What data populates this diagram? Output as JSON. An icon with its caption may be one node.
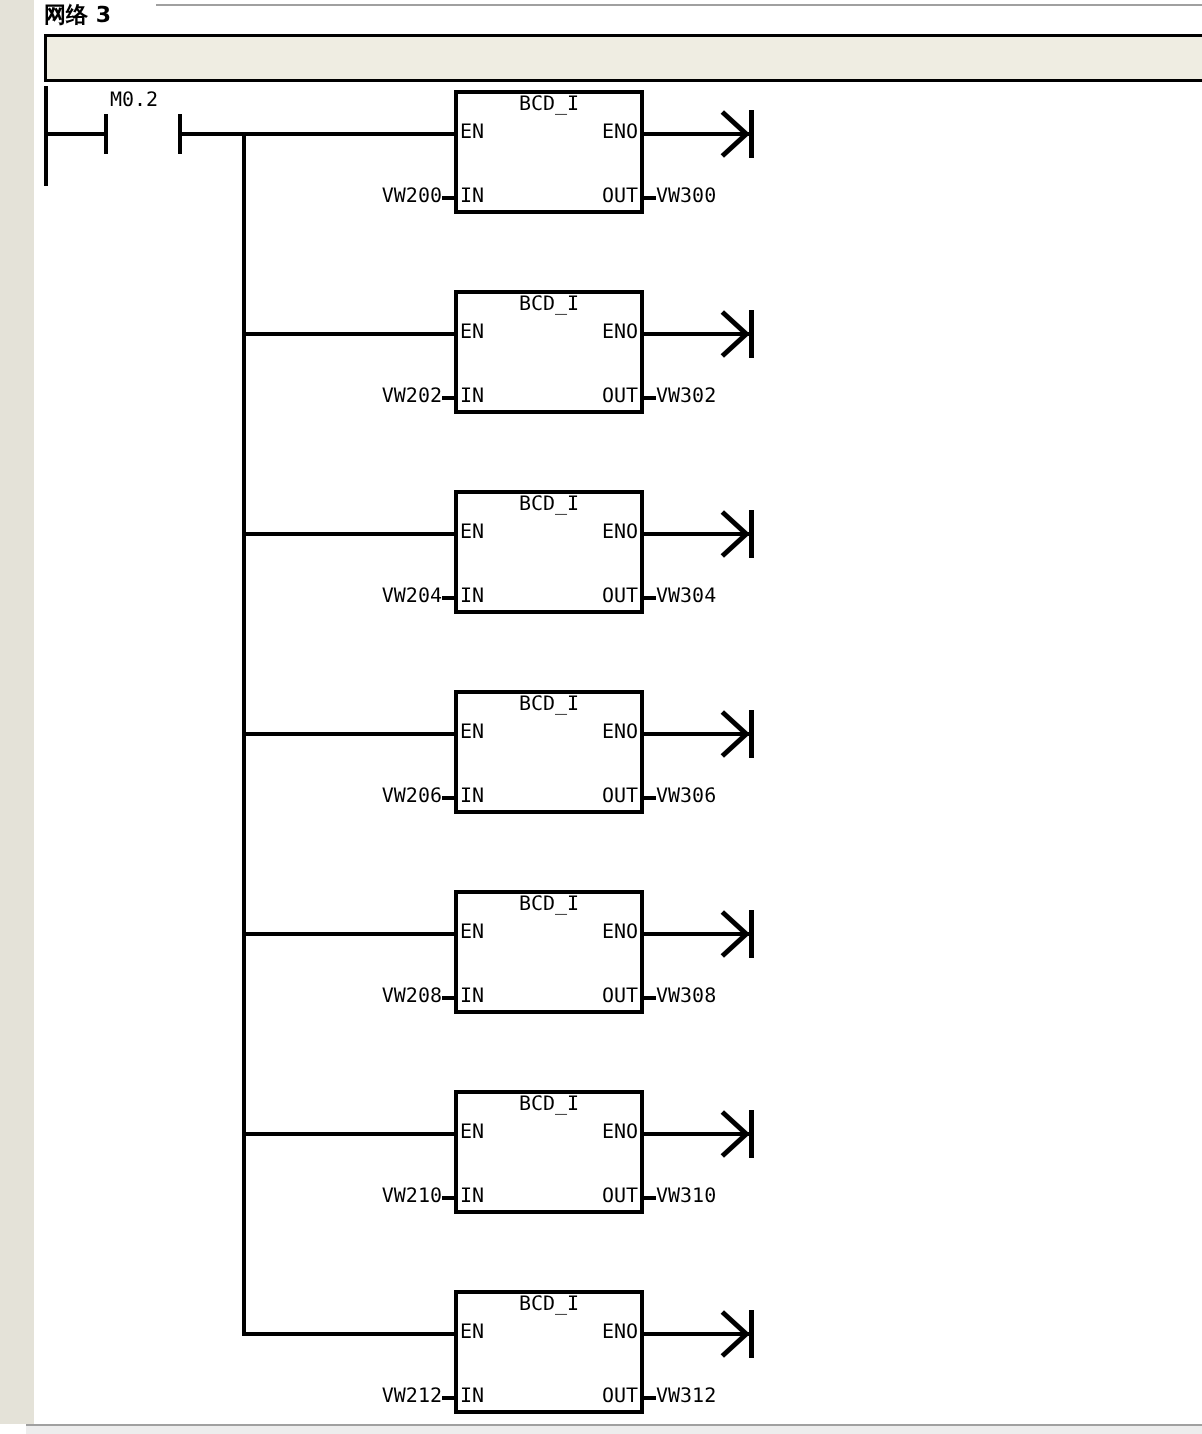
{
  "diagram": {
    "title": "网络 3",
    "nodes": [
      {
        "text": [],
        "shape": "bar"
      },
      {
        "text": [
          "M0.2"
        ]
      },
      {
        "text": [
          "BCD_I",
          "EN",
          "ENO",
          "IN",
          "OUT"
        ],
        "beside": [
          "VW200",
          "VW300"
        ]
      },
      {
        "text": [
          "BCD_I",
          "EN",
          "ENO",
          "IN",
          "OUT"
        ],
        "beside": [
          "VW202",
          "VW302"
        ]
      },
      {
        "text": [
          "BCD_I",
          "EN",
          "ENO",
          "IN",
          "OUT"
        ],
        "beside": [
          "VW204",
          "VW304"
        ]
      },
      {
        "text": [
          "BCD_I",
          "EN",
          "ENO",
          "IN",
          "OUT"
        ],
        "beside": [
          "VW206",
          "VW306"
        ]
      },
      {
        "text": [
          "BCD_I",
          "EN",
          "ENO",
          "IN",
          "OUT"
        ],
        "beside": [
          "VW208",
          "VW308"
        ]
      },
      {
        "text": [
          "BCD_I",
          "EN",
          "ENO",
          "IN",
          "OUT"
        ],
        "beside": [
          "VW210",
          "VW310"
        ]
      },
      {
        "text": [
          "BCD_I",
          "EN",
          "ENO",
          "IN",
          "OUT"
        ],
        "beside": [
          "VW212",
          "VW312"
        ]
      }
    ],
    "edges": [
      {
        "from": 0,
        "to": 1,
        "arrow": "none"
      },
      {
        "from": 1,
        "to": 2,
        "arrow": "none"
      },
      {
        "from": 1,
        "to": 3,
        "arrow": "none"
      },
      {
        "from": 1,
        "to": 4,
        "arrow": "none"
      },
      {
        "from": 1,
        "to": 5,
        "arrow": "none"
      },
      {
        "from": 1,
        "to": 6,
        "arrow": "none"
      },
      {
        "from": 1,
        "to": 7,
        "arrow": "none"
      },
      {
        "from": 1,
        "to": 8,
        "arrow": "none"
      },
      {
        "from": 2,
        "to": null,
        "arrow": "to"
      },
      {
        "from": 3,
        "to": null,
        "arrow": "to"
      },
      {
        "from": 4,
        "to": null,
        "arrow": "to"
      },
      {
        "from": 5,
        "to": null,
        "arrow": "to"
      },
      {
        "from": 6,
        "to": null,
        "arrow": "to"
      },
      {
        "from": 7,
        "to": null,
        "arrow": "to"
      },
      {
        "from": 8,
        "to": null,
        "arrow": "to"
      }
    ]
  }
}
